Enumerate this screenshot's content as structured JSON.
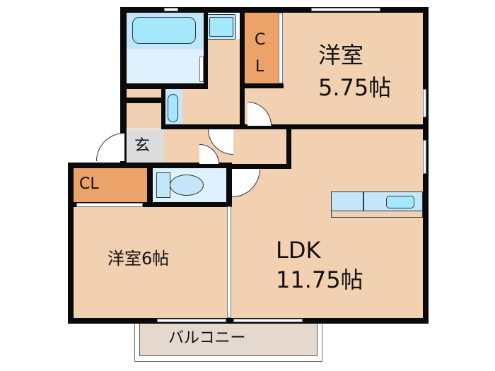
{
  "floorplan": {
    "rooms": [
      {
        "id": "western-room-1",
        "name": "洋室",
        "size": "5.75帖"
      },
      {
        "id": "western-room-2",
        "name": "洋室6帖"
      },
      {
        "id": "ldk",
        "name": "LDK",
        "size": "11.75帖"
      },
      {
        "id": "closet-1",
        "name_line1": "C",
        "name_line2": "L"
      },
      {
        "id": "closet-2",
        "name": "CL"
      },
      {
        "id": "entrance",
        "name": "玄"
      },
      {
        "id": "balcony",
        "name": "バルコニー"
      }
    ],
    "colors": {
      "floor": "#f2d0b2",
      "closet": "#eca36a",
      "bath": "#dff1fd",
      "fixture": "#a6e8fb",
      "entrance": "#dcdcdc",
      "balcony": "#e4d8cf",
      "wall": "#0a0a0a"
    }
  }
}
